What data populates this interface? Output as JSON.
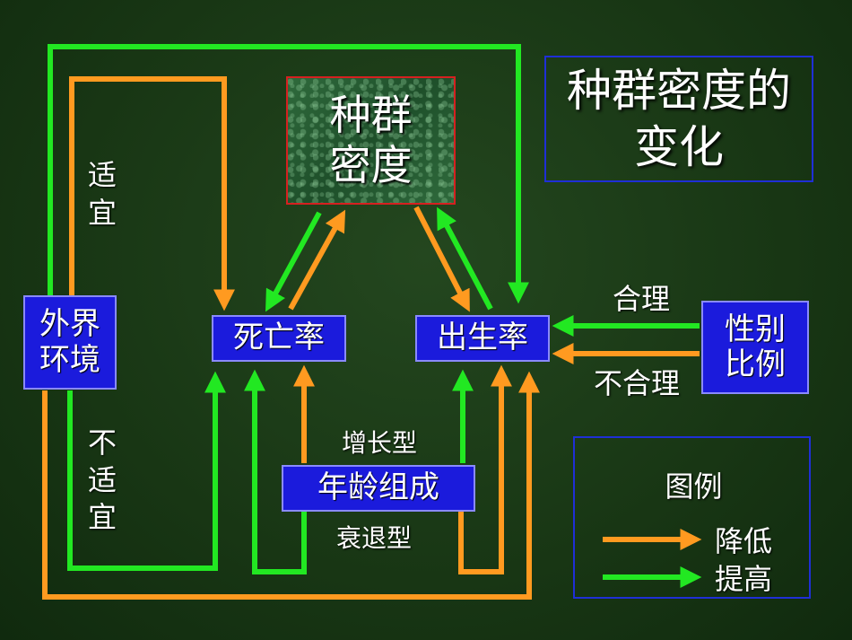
{
  "title": "种群密度的变化",
  "nodes": {
    "density": "种群密度",
    "death_rate": "死亡率",
    "birth_rate": "出生率",
    "environment": "外界环境",
    "sex_ratio": "性别比例",
    "age_structure": "年龄组成"
  },
  "labels": {
    "suitable": "适宜",
    "unsuitable": "不适宜",
    "reasonable": "合理",
    "unreasonable": "不合理",
    "growth_type": "增长型",
    "decline_type": "衰退型"
  },
  "legend": {
    "title": "图例",
    "decrease": "降低",
    "increase": "提高"
  },
  "colors": {
    "decrease_arrow": "#ff9a20",
    "increase_arrow": "#22e822",
    "node_fill": "#1b1bdc"
  }
}
